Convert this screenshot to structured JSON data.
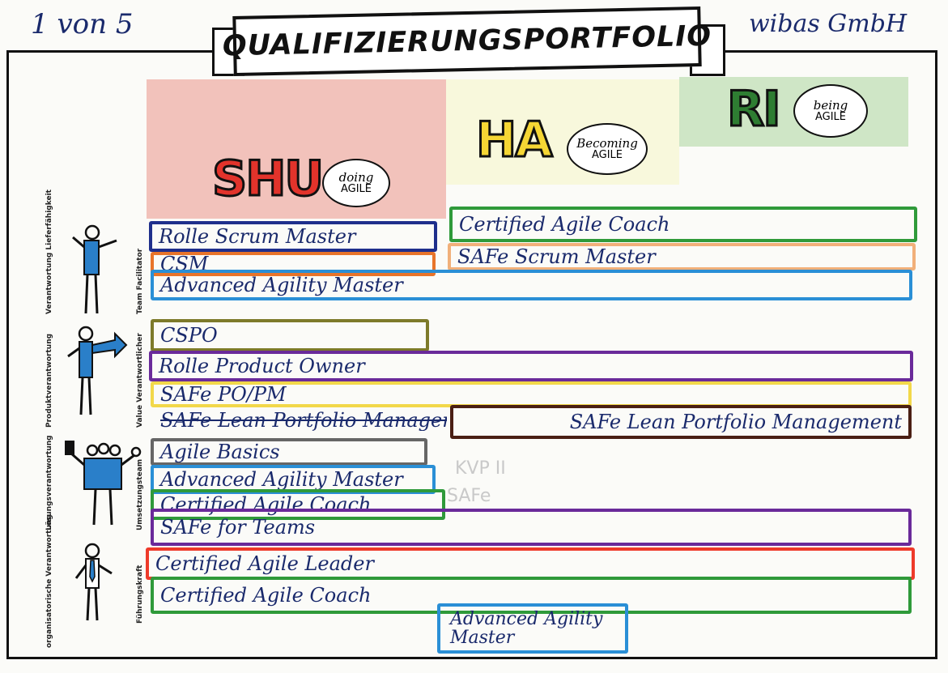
{
  "header": {
    "page_number": "1 von 5",
    "company": "wibas GmbH",
    "title": "QUALIFIZIERUNGSPORTFOLIO"
  },
  "zones": [
    {
      "label": "SHU",
      "bubble_top": "doing",
      "bubble_bottom": "AGILE",
      "color": "#f2c2bb",
      "text_color": "#e2332b"
    },
    {
      "label": "HA",
      "bubble_top": "Becoming",
      "bubble_bottom": "AGILE",
      "color": "#f8f8dc",
      "text_color": "#f5d634"
    },
    {
      "label": "RI",
      "bubble_top": "being",
      "bubble_bottom": "AGILE",
      "color": "#cfe6c6",
      "text_color": "#2e7d32"
    }
  ],
  "role_groups": [
    {
      "left_label": "Verantwortung Lieferfähigkeit",
      "right_label": "Team Facilitator"
    },
    {
      "left_label": "Produktverantwortung",
      "right_label": "Value Verantwortlicher"
    },
    {
      "left_label": "Lösungsverantwortung",
      "right_label": "Umsetzungsteam"
    },
    {
      "left_label": "organisatorische Verantwortung",
      "right_label": "Führungskraft"
    }
  ],
  "courses": {
    "rolle_scrum_master": "Rolle Scrum Master",
    "certified_agile_coach_top": "Certified Agile Coach",
    "csm": "CSM",
    "safe_scrum_master": "SAFe Scrum Master",
    "advanced_agility_master_1": "Advanced Agility Master",
    "cspo": "CSPO",
    "rolle_product_owner": "Rolle Product Owner",
    "safe_po_pm": "SAFe PO/PM",
    "safe_lpm_struck": "SAFe Lean Portfolio Management",
    "safe_lpm": "SAFe Lean Portfolio Management",
    "agile_basics": "Agile Basics",
    "advanced_agility_master_2": "Advanced Agility Master",
    "certified_agile_coach_2": "Certified Agile Coach",
    "safe_for_teams": "SAFe for Teams",
    "certified_agile_leader": "Certified Agile Leader",
    "certified_agile_coach_3": "Certified Agile Coach",
    "advanced_agility_master_3": "Advanced Agility Master"
  },
  "faint_notes": [
    "KVP II",
    "SAFe"
  ],
  "colors": {
    "navy": "#1f2f8c",
    "orange": "#e8742a",
    "blue": "#2a8fd6",
    "green": "#2f9a3a",
    "olive": "#7d7a2a",
    "purple": "#6a2a9a",
    "yellow": "#f2d84a",
    "brown": "#4a1f14",
    "gray": "#666666",
    "red": "#ee3a2a",
    "light_orange": "#f1b07a"
  }
}
